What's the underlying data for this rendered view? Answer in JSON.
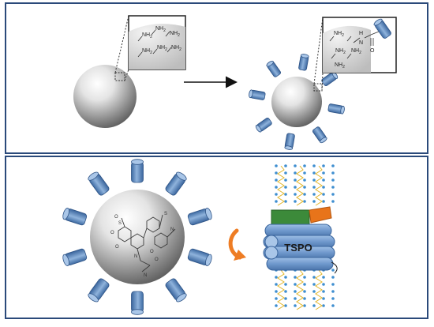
{
  "figure": {
    "top_panel": {
      "zoom_left_labels": [
        "NH2",
        "NH2",
        "NH2",
        "NH2",
        "NH2",
        "NH2"
      ],
      "zoom_right_labels": {
        "amines": [
          "NH2",
          "NH2",
          "NH2",
          "NH2"
        ],
        "amide_h": "H",
        "amide_n": "N",
        "amide_o": "O"
      }
    },
    "bottom_panel": {
      "protein_label": "TSPO",
      "molecule_atom_labels": [
        "O",
        "S",
        "O",
        "O",
        "N",
        "O",
        "S",
        "N",
        "N",
        "O"
      ]
    }
  },
  "colors": {
    "frame": "#2b4a7a",
    "ligand_blue": "#5b86bd",
    "ligand_dark": "#2f5486",
    "green_block": "#3c8a3a",
    "orange_block": "#e8741a",
    "arrow_orange": "#ee7d24",
    "lipid_head": "#3f8fd0",
    "lipid_tail": "#e2b62a"
  },
  "icons": {
    "bare_sphere": "silica-sphere",
    "functionalized_sphere": "ligand-coated-sphere",
    "reaction_arrow": "arrow-right",
    "binding_arrow": "curved-arrow"
  }
}
